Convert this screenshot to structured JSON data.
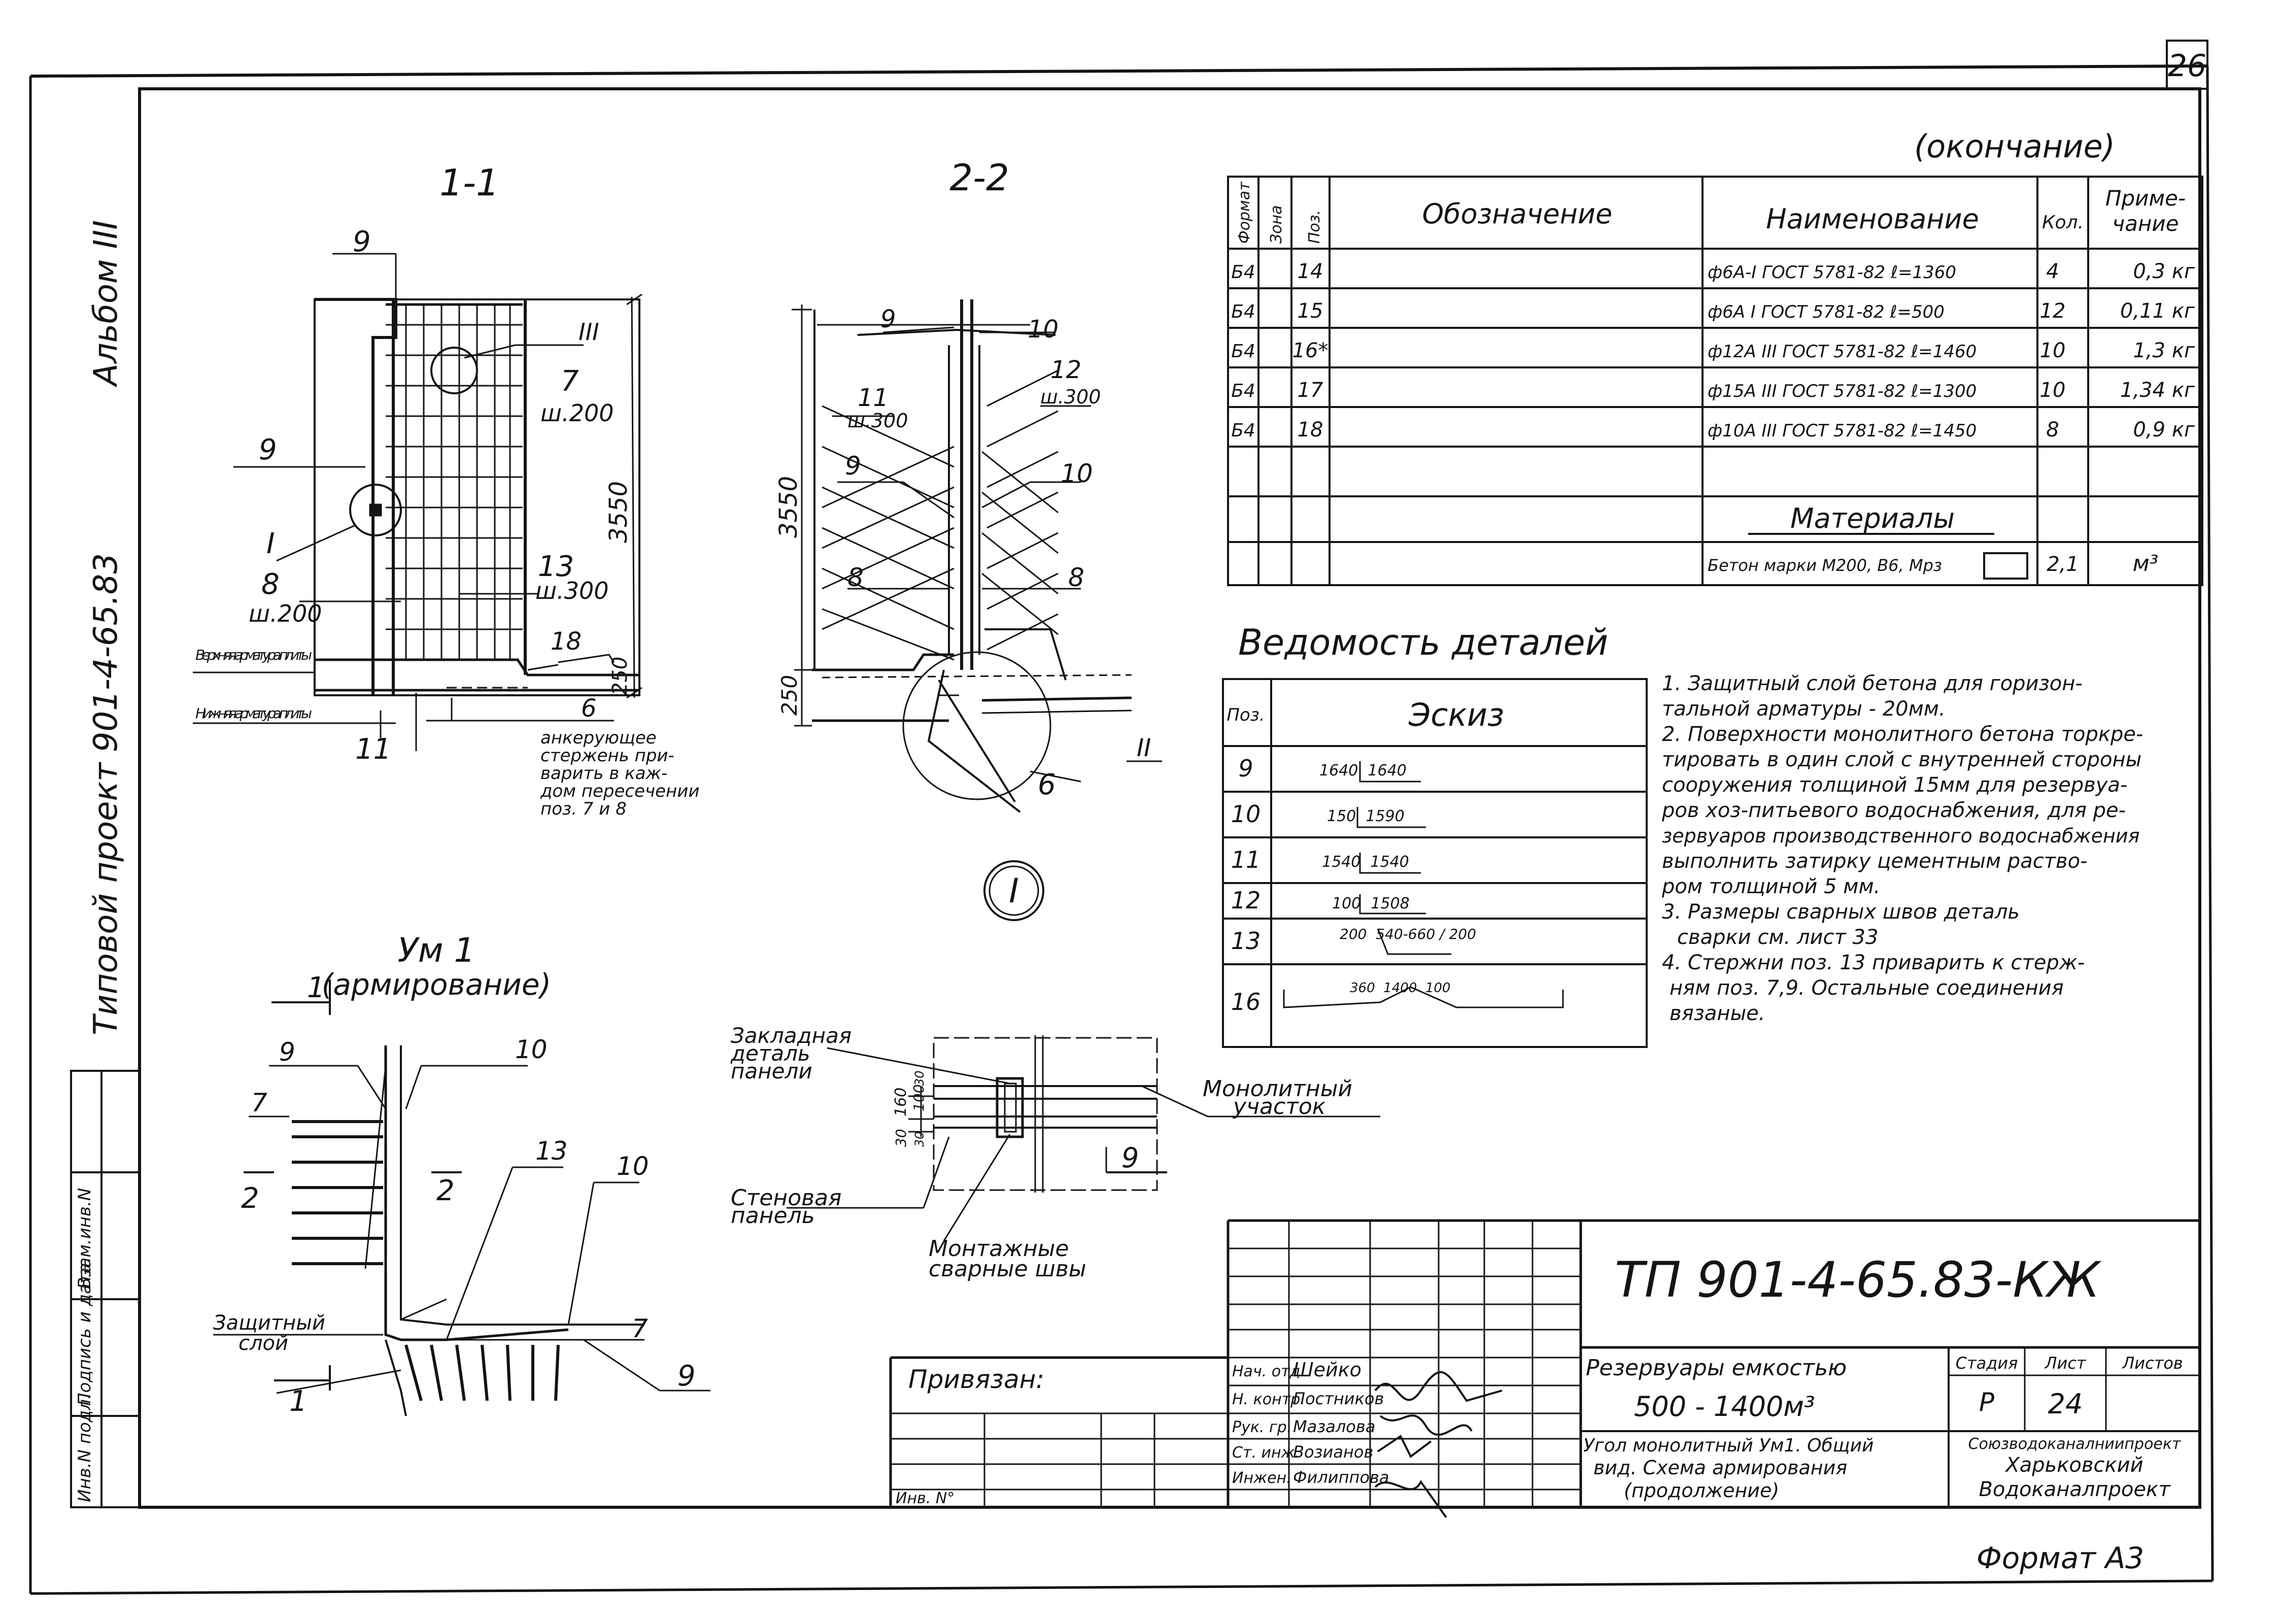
{
  "page_number": "26",
  "album": "Альбом III",
  "typical_project": "Типовой проект 901-4-65.83",
  "side_stamp": [
    "Инв.N подл.",
    "Подпись и дата",
    "Взам.инв.N"
  ],
  "spec": {
    "title": "(окончание)",
    "headers": [
      "Формат",
      "Зона",
      "Поз.",
      "Обозначение",
      "Наименование",
      "Кол.",
      "Приме-",
      "чание"
    ],
    "rows": [
      {
        "format": "Б4",
        "pos": "14",
        "name": "ф6А-I ГОСТ 5781-82 ℓ=1360",
        "qty": "4",
        "note": "0,3 кг"
      },
      {
        "format": "Б4",
        "pos": "15",
        "name": "ф6А I ГОСТ 5781-82 ℓ=500",
        "qty": "12",
        "note": "0,11 кг"
      },
      {
        "format": "Б4",
        "pos": "16*",
        "name": "ф12А III ГОСТ 5781-82 ℓ=1460",
        "qty": "10",
        "note": "1,3 кг"
      },
      {
        "format": "Б4",
        "pos": "17",
        "name": "ф15А III ГОСТ 5781-82 ℓ=1300",
        "qty": "10",
        "note": "1,34 кг"
      },
      {
        "format": "Б4",
        "pos": "18",
        "name": "ф10А III ГОСТ 5781-82 ℓ=1450",
        "qty": "8",
        "note": "0,9 кг"
      }
    ],
    "materials_label": "Материалы",
    "concrete": {
      "name": "Бетон марки М200, В6, Мрз",
      "qty": "2,1",
      "unit": "м³"
    }
  },
  "details": {
    "title": "Ведомость деталей",
    "headers": [
      "Поз.",
      "Эскиз"
    ],
    "rows": [
      {
        "pos": "9",
        "sketch": "1640  1640"
      },
      {
        "pos": "10",
        "sketch": "150  1590"
      },
      {
        "pos": "11",
        "sketch": "1540  1540"
      },
      {
        "pos": "12",
        "sketch": "100  1508"
      },
      {
        "pos": "13",
        "sketch": "200  540-660 / 200"
      },
      {
        "pos": "16",
        "sketch": "360  1400  100"
      }
    ]
  },
  "notes": [
    "1. Защитный слой бетона для горизон-",
    "тальной арматуры - 20мм.",
    "2. Поверхности монолитного бетона торкре-",
    "тировать в один слой с внутренней стороны",
    "сооружения толщиной 15мм для резервуа-",
    "ров хоз-питьевого водоснабжения, для ре-",
    "зервуаров производственного водоснабжения",
    "выполнить затирку цементным раство-",
    "ром толщиной 5 мм.",
    "3. Размеры сварных швов деталь",
    "сварки см. лист 33",
    "4. Стержни поз. 13 приварить к стерж-",
    "ням поз. 7,9. Остальные соединения",
    "вязаные."
  ],
  "sec11": {
    "title": "1-1",
    "labels": [
      "9",
      "III",
      "7",
      "ш.200",
      "9",
      "I",
      "8",
      "ш.200",
      "13",
      "ш.300",
      "18",
      "3550",
      "250",
      "6",
      "11"
    ],
    "top_arm": "Верхняя арматура плиты",
    "bot_arm": "Нижняя арматура плиты",
    "anchor_note": [
      "анкерующее",
      "стержень при-",
      "варить в каж-",
      "дом пересечении",
      "поз. 7 и 8"
    ]
  },
  "sec22": {
    "title": "2-2",
    "labels": [
      "9",
      "10",
      "11",
      "ш.300",
      "12",
      "ш.300",
      "9",
      "10",
      "8",
      "8",
      "3550",
      "250",
      "II",
      "6"
    ]
  },
  "node": {
    "circle_label": "I",
    "title": "Ум 1",
    "subtitle": "(армирование)",
    "labels": [
      "1",
      "9",
      "10",
      "7",
      "2",
      "2",
      "13",
      "10",
      "9",
      "7",
      "1"
    ],
    "protect_layer": [
      "Защитный",
      "слой"
    ]
  },
  "plan": {
    "embedded": [
      "Закладная",
      "деталь",
      "панели"
    ],
    "monolith": [
      "Монолитный",
      "участок"
    ],
    "wall_panel": [
      "Стеновая",
      "панель"
    ],
    "mount_welds": [
      "Монтажные",
      "сварные швы"
    ],
    "dims": [
      "160",
      "100",
      "30",
      "30",
      "30"
    ],
    "label9": "9"
  },
  "title_block": {
    "code": "ТП 901-4-65.83-КЖ",
    "tied": "Привязан:",
    "inv": "Инв. N°",
    "roles": [
      {
        "role": "Нач. отд.",
        "name": "Шейко"
      },
      {
        "role": "Н. контр.",
        "name": "Постников"
      },
      {
        "role": "Рук. гр.",
        "name": "Мазалова"
      },
      {
        "role": "Ст. инж.",
        "name": "Возианов"
      },
      {
        "role": "Инжен.",
        "name": "Филиппова"
      }
    ],
    "object": "Резервуары емкостью",
    "volume": "500 - 1400м³",
    "sheet_title": [
      "Угол монолитный Ум1. Общий",
      "вид. Схема армирования",
      "(продолжение)"
    ],
    "stage_label": "Стадия",
    "sheet_label": "Лист",
    "sheets_label": "Листов",
    "stage": "Р",
    "sheet": "24",
    "org": [
      "Союзводоканалниипроект",
      "Харьковский",
      "Водоканалпроект"
    ]
  },
  "format": "Формат А3"
}
